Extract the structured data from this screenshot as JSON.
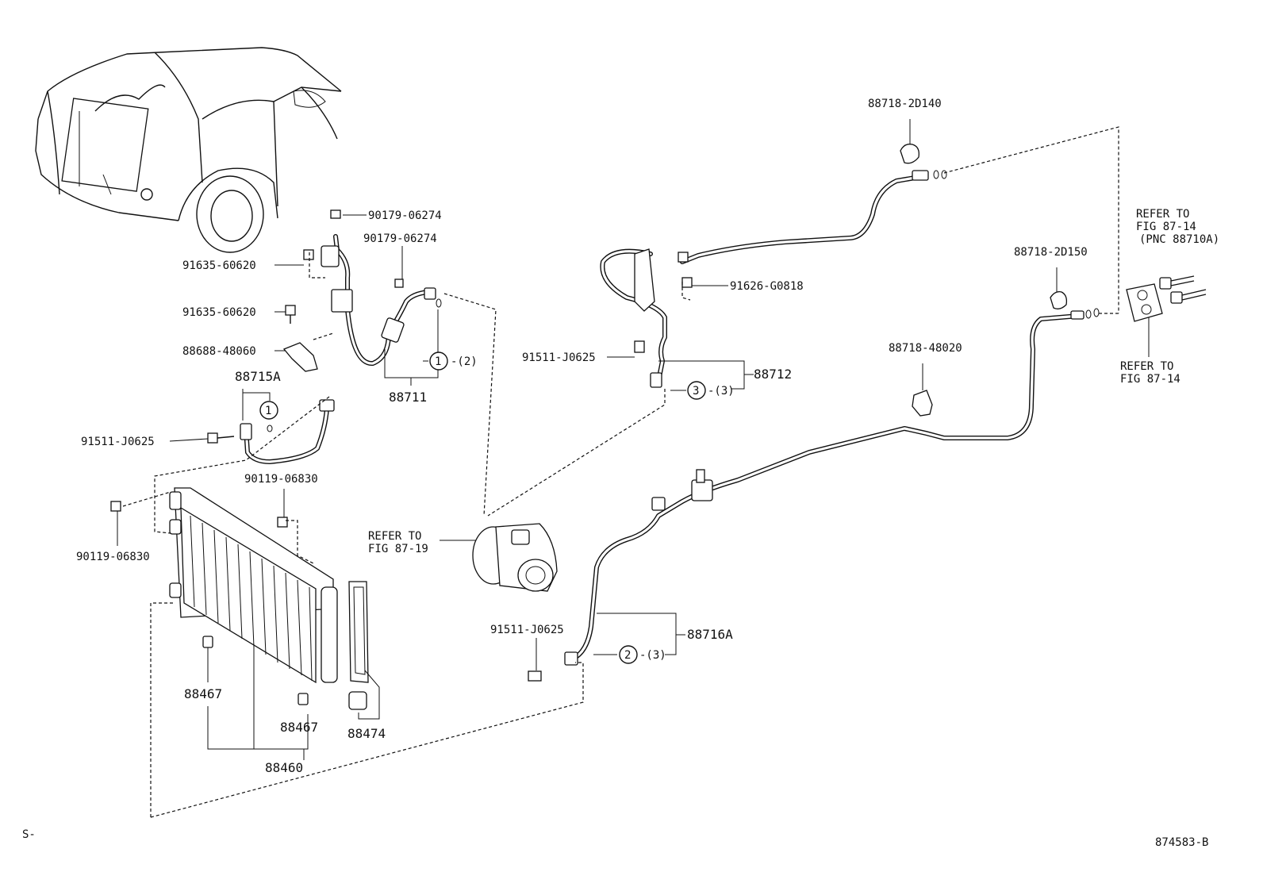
{
  "labels": {
    "p90179_a": "90179-06274",
    "p90179_b": "90179-06274",
    "p91635_a": "91635-60620",
    "p91635_b": "91635-60620",
    "p88688": "88688-48060",
    "p88715a": "88715A",
    "p91511_a": "91511-J0625",
    "p88711": "88711",
    "p90119_a": "90119-06830",
    "p90119_b": "90119-06830",
    "refer_87_19_l1": "REFER TO",
    "refer_87_19_l2": "FIG 87-19",
    "p88467_a": "88467",
    "p88467_b": "88467",
    "p88474": "88474",
    "p88460": "88460",
    "p88718_2d140": "88718-2D140",
    "p91626": "91626-G0818",
    "p91511_b": "91511-J0625",
    "p88712": "88712",
    "p88718_48020": "88718-48020",
    "p88718_2d150": "88718-2D150",
    "refer_87_14a_l1": "REFER TO",
    "refer_87_14a_l2": "FIG 87-14",
    "refer_87_14a_l3": "(PNC 88710A)",
    "refer_87_14b_l1": "REFER TO",
    "refer_87_14b_l2": "FIG 87-14",
    "p91511_c": "91511-J0625",
    "p88716a": "88716A",
    "qty_2_right": "-(2)",
    "qty_3_mid": "-(3)",
    "qty_3_low": "-(3)",
    "footer_left": "S-",
    "footer_right": "874583-B"
  },
  "callouts": {
    "c1_small": "1",
    "c1_right": "1",
    "c2": "2",
    "c3": "3"
  }
}
